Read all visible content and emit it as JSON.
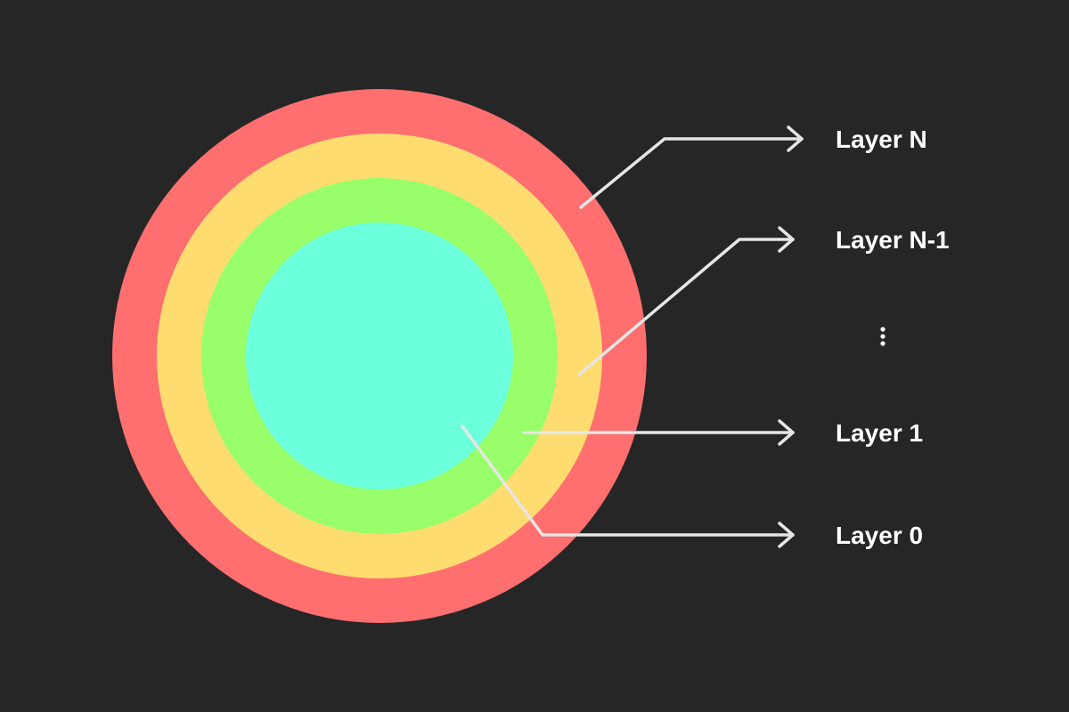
{
  "layers": [
    {
      "label": "Layer N",
      "color": "#ff6f6f"
    },
    {
      "label": "Layer N-1",
      "color": "#ffdc6f"
    },
    {
      "label": "Layer 1",
      "color": "#98ff6a"
    },
    {
      "label": "Layer 0",
      "color": "#6cffdb"
    }
  ],
  "ellipsis": "⋮",
  "colors": {
    "background": "#262626",
    "connector": "#e6e6e6",
    "label": "#ffffff"
  }
}
